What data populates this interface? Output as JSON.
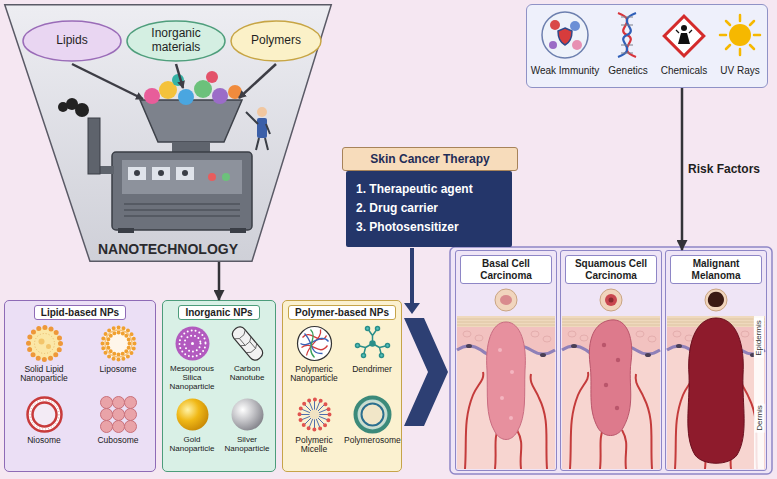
{
  "diagram": {
    "nodes": [
      {
        "text": [
          "NANOTECHNOLOGY"
        ]
      },
      {
        "text": [
          "Lipids"
        ],
        "in": 0
      },
      {
        "text": [
          "Inorganic materials"
        ],
        "in": 0
      },
      {
        "text": [
          "Polymers"
        ],
        "in": 0
      },
      {
        "text": [
          "Lipid-based NPs"
        ]
      },
      {
        "text": [
          "Solid Lipid Nanoparticle"
        ],
        "in": 4
      },
      {
        "text": [
          "Liposome"
        ],
        "in": 4
      },
      {
        "text": [
          "Niosome"
        ],
        "in": 4
      },
      {
        "text": [
          "Cubosome"
        ],
        "in": 4
      },
      {
        "text": [
          "Inorganic NPs"
        ]
      },
      {
        "text": [
          "Mesoporous Silica Nanoparticle"
        ],
        "in": 9
      },
      {
        "text": [
          "Carbon Nanotube"
        ],
        "in": 9
      },
      {
        "text": [
          "Gold Nanoparticle"
        ],
        "in": 9
      },
      {
        "text": [
          "Silver Nanoparticle"
        ],
        "in": 9
      },
      {
        "text": [
          "Polymer-based NPs"
        ]
      },
      {
        "text": [
          "Polymeric Nanoparticle"
        ],
        "in": 14
      },
      {
        "text": [
          "Dendrimer"
        ],
        "in": 14
      },
      {
        "text": [
          "Polymeric Micelle"
        ],
        "in": 14
      },
      {
        "text": [
          "Polymerosome"
        ],
        "in": 14
      },
      {
        "text": [
          "Skin Cancer Therapy"
        ]
      },
      {
        "text": [
          "1. Therapeutic agent",
          "2. Drug carrier",
          "3. Photosensitizer"
        ]
      },
      {
        "text": [
          "Weak Immunity",
          "Genetics",
          "Chemicals",
          "UV Rays"
        ]
      },
      {
        "text": [
          "Basal Cell Carcinoma"
        ]
      },
      {
        "text": [
          "Squamous Cell Carcinoma"
        ]
      },
      {
        "text": [
          "Malignant Melanoma"
        ]
      }
    ],
    "edges": [
      {
        "from": 0,
        "to": 9,
        "arrow": "to"
      },
      {
        "from": 21,
        "to": 24,
        "label": "Risk Factors",
        "arrow": "to"
      }
    ],
    "labels": [
      "Epidermis",
      "Dermis"
    ]
  }
}
